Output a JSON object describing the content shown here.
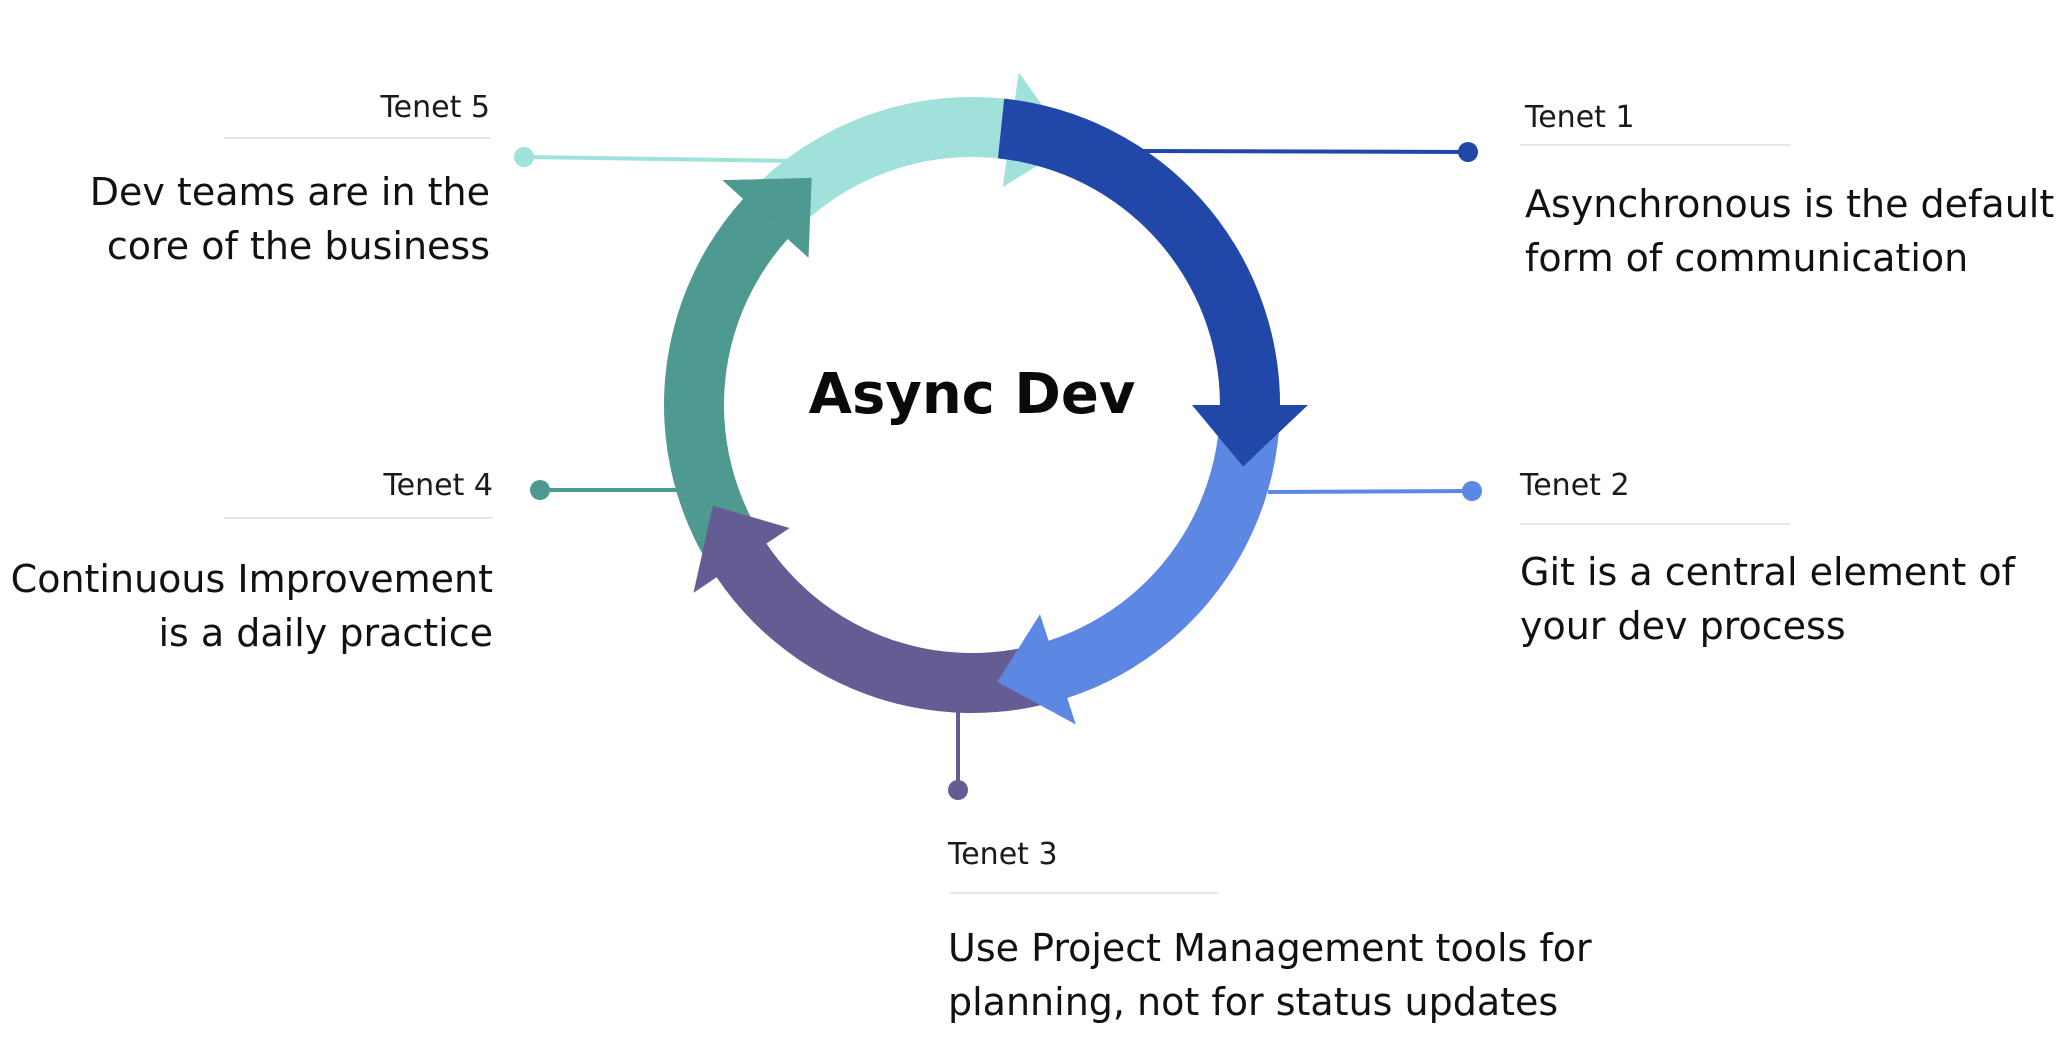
{
  "title": "Async Dev",
  "colors": {
    "tenet1": "#2148a8",
    "tenet2": "#5c87e3",
    "tenet3": "#665c94",
    "tenet4": "#4f9a90",
    "tenet5": "#a0e1db"
  },
  "tenets": [
    {
      "label": "Tenet 1",
      "lines": [
        "Asynchronous is the default",
        "form of communication"
      ]
    },
    {
      "label": "Tenet 2",
      "lines": [
        "Git is a central element of",
        "your dev process"
      ]
    },
    {
      "label": "Tenet 3",
      "lines": [
        "Use Project Management tools for",
        "planning, not for status updates"
      ]
    },
    {
      "label": "Tenet 4",
      "lines": [
        "Continuous Improvement",
        "is a daily practice"
      ]
    },
    {
      "label": "Tenet 5",
      "lines": [
        "Dev teams are in the",
        "core of the business"
      ]
    }
  ]
}
